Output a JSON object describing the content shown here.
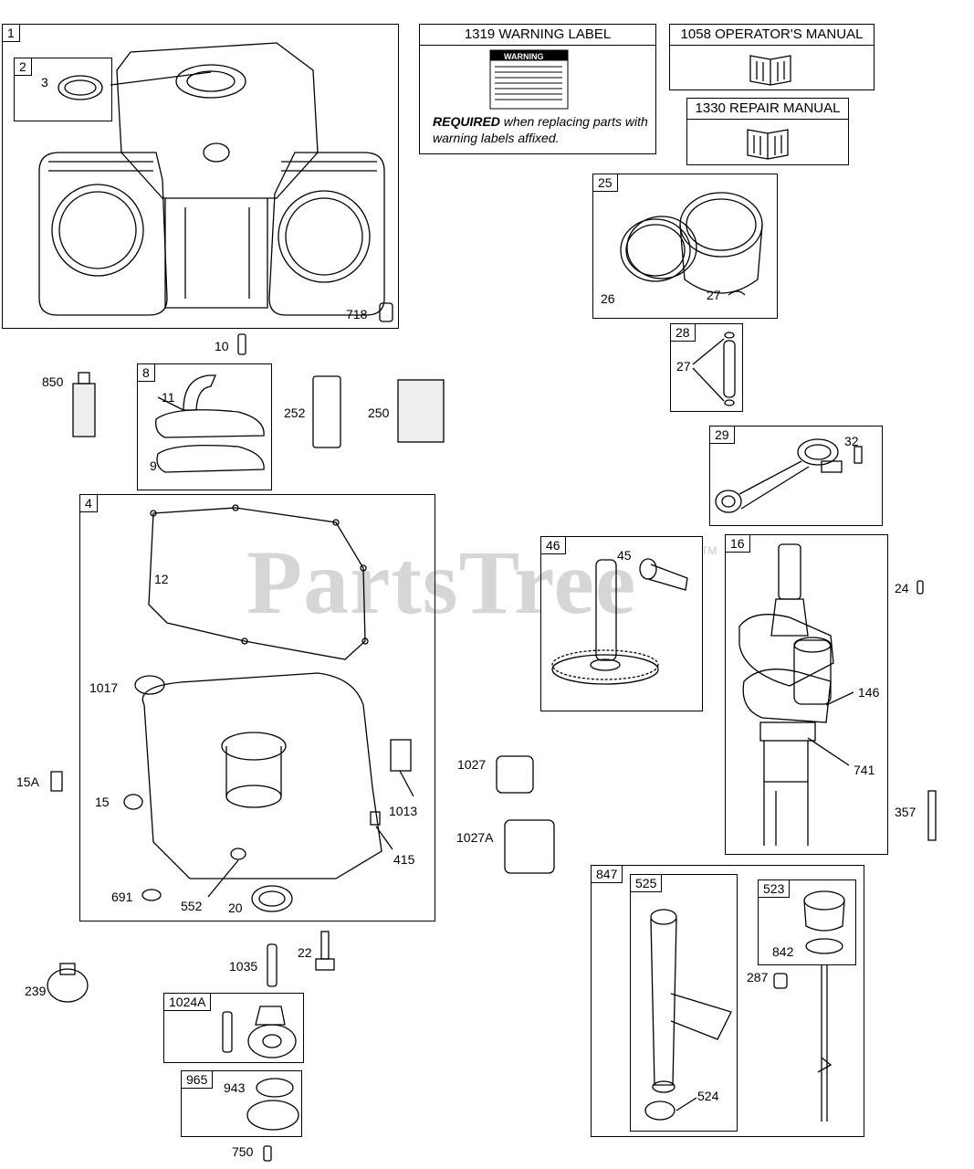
{
  "watermark": {
    "text": "PartsTree",
    "tm": "TM"
  },
  "warning_box": {
    "title": "1319 WARNING LABEL",
    "label_heading": "WARNING",
    "note_bold": "REQUIRED",
    "note_rest": " when replacing parts with warning labels affixed."
  },
  "manuals": {
    "operators": "1058 OPERATOR'S MANUAL",
    "repair": "1330 REPAIR MANUAL"
  },
  "box_tags": {
    "b1": "1",
    "b2": "2",
    "b8": "8",
    "b4": "4",
    "b25": "25",
    "b28": "28",
    "b29": "29",
    "b46": "46",
    "b16": "16",
    "b847": "847",
    "b525": "525",
    "b523": "523",
    "b1024a": "1024A",
    "b965": "965"
  },
  "labels": {
    "p3": "3",
    "p718": "718",
    "p10": "10",
    "p850": "850",
    "p11": "11",
    "p9": "9",
    "p252": "252",
    "p250": "250",
    "p12": "12",
    "p1017": "1017",
    "p15a": "15A",
    "p15": "15",
    "p1013": "1013",
    "p415": "415",
    "p691": "691",
    "p552": "552",
    "p20": "20",
    "p1027": "1027",
    "p1027a": "1027A",
    "p26": "26",
    "p27a": "27",
    "p27b": "27",
    "p32": "32",
    "p45": "45",
    "p24": "24",
    "p146": "146",
    "p741": "741",
    "p357": "357",
    "p524": "524",
    "p842": "842",
    "p287": "287",
    "p1035": "1035",
    "p22": "22",
    "p239": "239",
    "p943": "943",
    "p750": "750"
  }
}
